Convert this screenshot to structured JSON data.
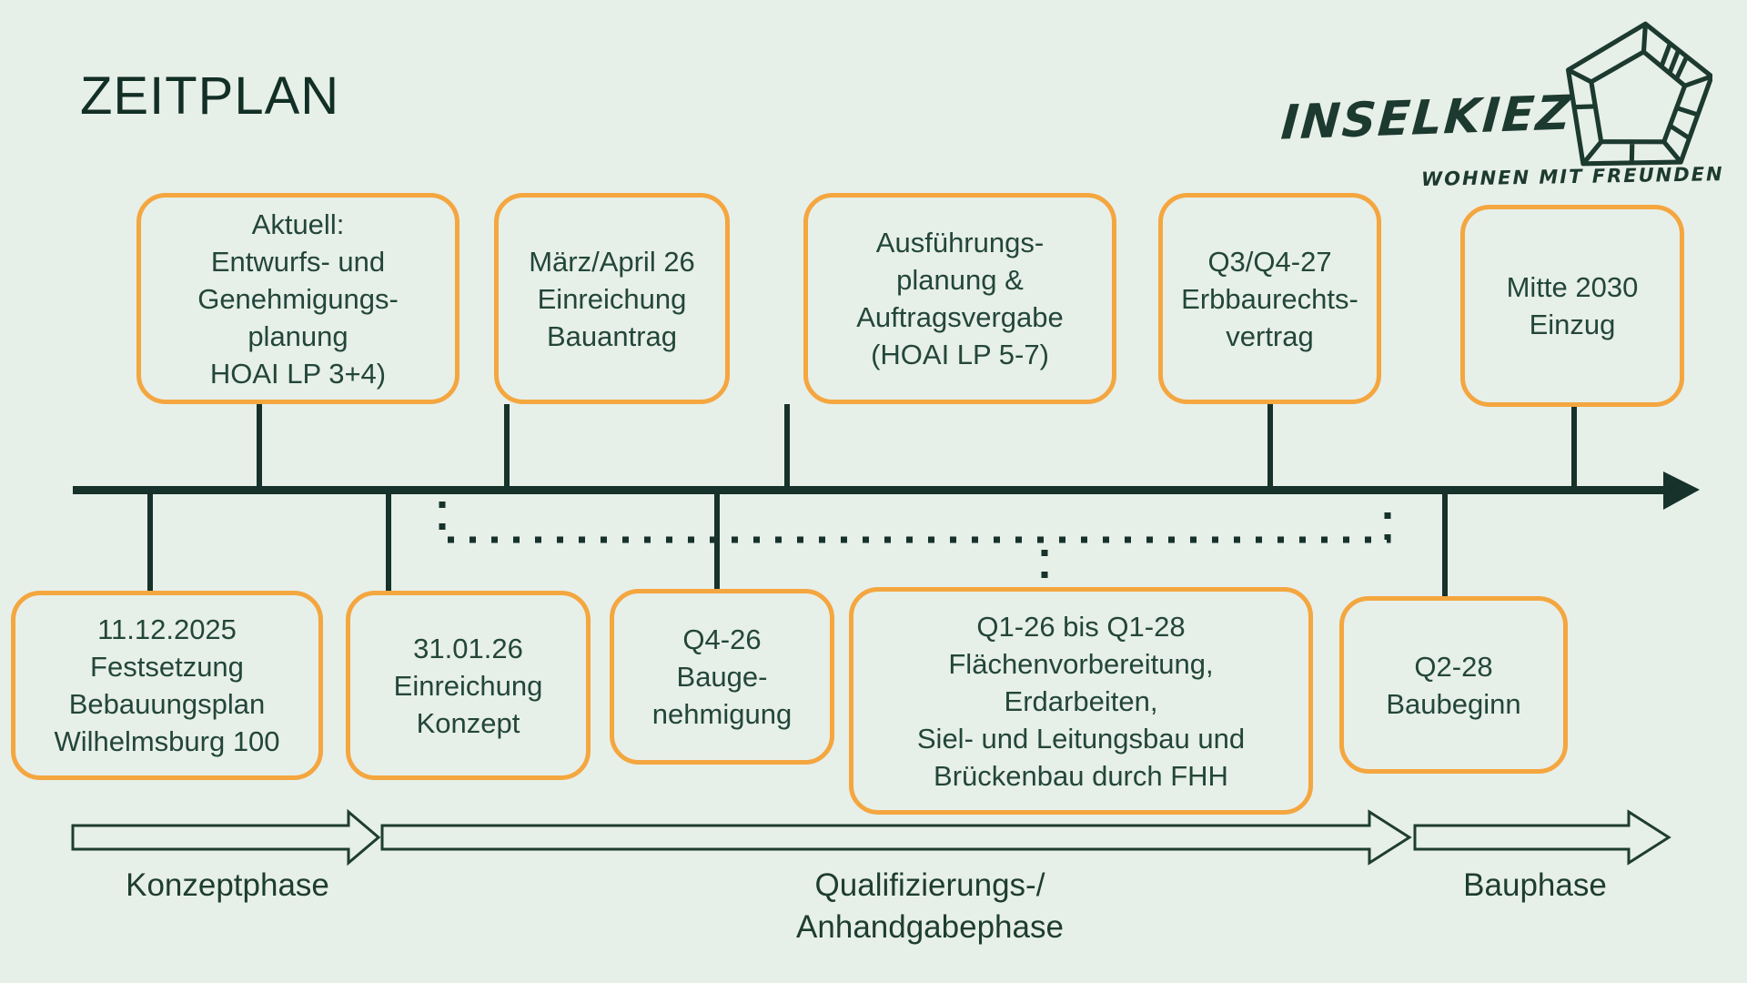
{
  "slide": {
    "title": "ZEITPLAN"
  },
  "logo": {
    "wordmark": "INSELKIEZ",
    "tagline": "WOHNEN MIT FREUNDEN",
    "building_icon": "pentagon-floorplan-icon"
  },
  "colors": {
    "background": "#E7EFE9",
    "dark_green": "#16322A",
    "text_green": "#23463A",
    "accent_orange": "#F4A63F"
  },
  "timeline": {
    "top_milestones": [
      {
        "text": "Aktuell:\nEntwurfs- und\nGenehmigungs-\nplanung\nHOAI LP 3+4)"
      },
      {
        "text": "März/April 26\nEinreichung\nBauantrag"
      },
      {
        "text": "Ausführungs-\nplanung &\nAuftragsvergabe\n(HOAI LP 5-7)"
      },
      {
        "text": "Q3/Q4-27\nErbbaurechts-\nvertrag"
      },
      {
        "text": "Mitte 2030\nEinzug"
      }
    ],
    "bottom_milestones": [
      {
        "text": "11.12.2025\nFestsetzung\nBebauungsplan\nWilhelmsburg 100"
      },
      {
        "text": "31.01.26\nEinreichung\nKonzept"
      },
      {
        "text": "Q4-26\nBauge-\nnehmigung"
      },
      {
        "text": "Q1-26 bis Q1-28\nFlächenvorbereitung,\nErdarbeiten,\nSiel- und Leitungsbau und\nBrückenbau durch FHH"
      },
      {
        "text": "Q2-28\nBaubeginn"
      }
    ]
  },
  "phases": [
    {
      "label": "Konzeptphase"
    },
    {
      "label": "Qualifizierungs-/\nAnhandgabephase"
    },
    {
      "label": "Bauphase"
    }
  ]
}
